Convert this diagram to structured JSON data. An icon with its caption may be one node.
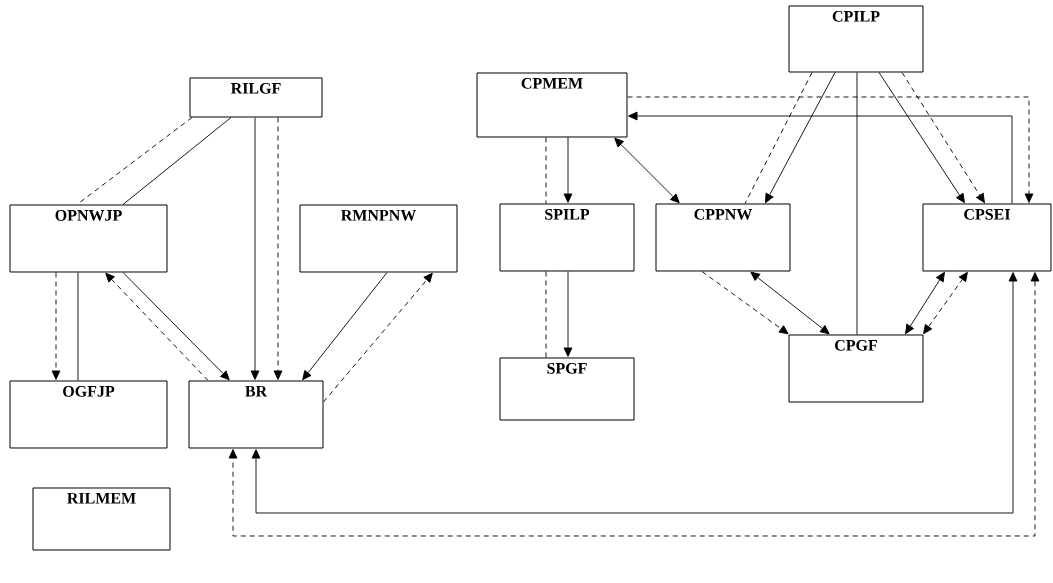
{
  "diagram": {
    "nodes": [
      {
        "text": [
          "RILGF"
        ]
      },
      {
        "text": [
          "OPNWJP"
        ]
      },
      {
        "text": [
          "RMNPNW"
        ]
      },
      {
        "text": [
          "OGFJP"
        ]
      },
      {
        "text": [
          "BR"
        ]
      },
      {
        "text": [
          "RILMEM"
        ]
      },
      {
        "text": [
          "CPMEM"
        ]
      },
      {
        "text": [
          "CPILP"
        ]
      },
      {
        "text": [
          "SPILP"
        ]
      },
      {
        "text": [
          "CPPNW"
        ]
      },
      {
        "text": [
          "CPSEI"
        ]
      },
      {
        "text": [
          "SPGF"
        ]
      },
      {
        "text": [
          "CPGF"
        ]
      }
    ],
    "edges": [
      {
        "from": 0,
        "to": 1,
        "arrow": "none",
        "style": "dashed"
      },
      {
        "from": 0,
        "to": 1,
        "arrow": "none"
      },
      {
        "from": 0,
        "to": 4,
        "arrow": "to"
      },
      {
        "from": 0,
        "to": 4,
        "arrow": "to",
        "style": "dashed"
      },
      {
        "from": 1,
        "to": 3,
        "arrow": "to",
        "style": "dashed"
      },
      {
        "from": 1,
        "to": 3,
        "arrow": "none"
      },
      {
        "from": 1,
        "to": 4,
        "arrow": "to"
      },
      {
        "from": 4,
        "to": 1,
        "arrow": "to",
        "style": "dashed"
      },
      {
        "from": 2,
        "to": 4,
        "arrow": "to"
      },
      {
        "from": 4,
        "to": 2,
        "arrow": "to",
        "style": "dashed"
      },
      {
        "from": 10,
        "to": 4,
        "arrow": "both"
      },
      {
        "from": 10,
        "to": 4,
        "arrow": "both",
        "style": "dashed"
      },
      {
        "from": 6,
        "to": 8,
        "arrow": "to"
      },
      {
        "from": 6,
        "to": 8,
        "arrow": "none",
        "style": "dashed"
      },
      {
        "from": 8,
        "to": 11,
        "arrow": "to"
      },
      {
        "from": 8,
        "to": 11,
        "arrow": "none",
        "style": "dashed"
      },
      {
        "from": 6,
        "to": 9,
        "arrow": "both"
      },
      {
        "from": 6,
        "to": 10,
        "arrow": "to",
        "style": "dashed"
      },
      {
        "from": 10,
        "to": 6,
        "arrow": "to"
      },
      {
        "from": 7,
        "to": 9,
        "arrow": "none",
        "style": "dashed"
      },
      {
        "from": 7,
        "to": 9,
        "arrow": "to"
      },
      {
        "from": 7,
        "to": 12,
        "arrow": "none"
      },
      {
        "from": 7,
        "to": 10,
        "arrow": "to"
      },
      {
        "from": 7,
        "to": 10,
        "arrow": "to",
        "style": "dashed"
      },
      {
        "from": 9,
        "to": 12,
        "arrow": "to",
        "style": "dashed"
      },
      {
        "from": 9,
        "to": 12,
        "arrow": "both"
      },
      {
        "from": 12,
        "to": 10,
        "arrow": "both"
      },
      {
        "from": 12,
        "to": 10,
        "arrow": "both",
        "style": "dashed"
      }
    ]
  }
}
